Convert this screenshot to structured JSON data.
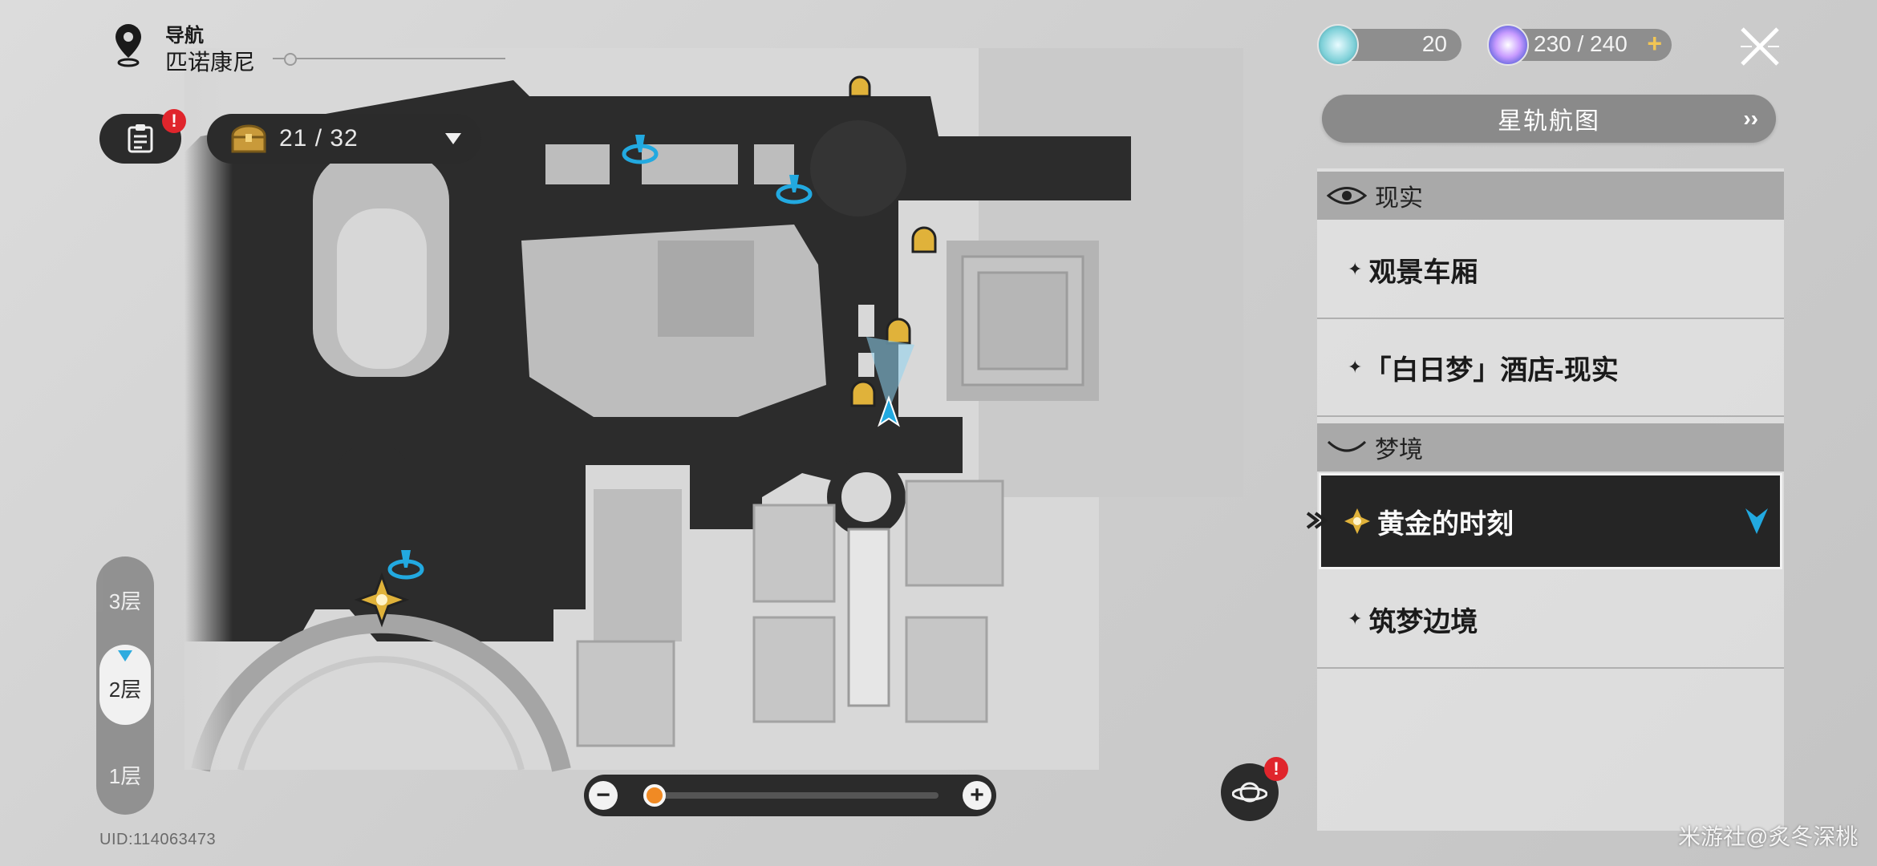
{
  "header": {
    "nav_label": "导航",
    "location": "匹诺康尼"
  },
  "quest": {
    "badge": "!"
  },
  "chest": {
    "count": "21 / 32"
  },
  "floors": {
    "items": [
      "3层",
      "2层",
      "1层"
    ],
    "active": "2层"
  },
  "uid": "UID:114063473",
  "resources": {
    "fuel": "20",
    "trailblaze_power": "230 / 240",
    "add": "+"
  },
  "star_rail_map": {
    "label": "星轨航图"
  },
  "panel": {
    "section_reality": "现实",
    "reality_items": [
      "观景车厢",
      "「白日梦」酒店-现实"
    ],
    "section_dream": "梦境",
    "dream_items": [
      "黄金的时刻",
      "筑梦边境"
    ],
    "selected": "黄金的时刻"
  },
  "planet_badge": "!",
  "watermark": "米游社@炙冬深桃",
  "colors": {
    "accent_blue": "#22a9e0",
    "accent_gold": "#e0b23a",
    "badge_red": "#e0252c",
    "slider_orange": "#f08a24"
  }
}
